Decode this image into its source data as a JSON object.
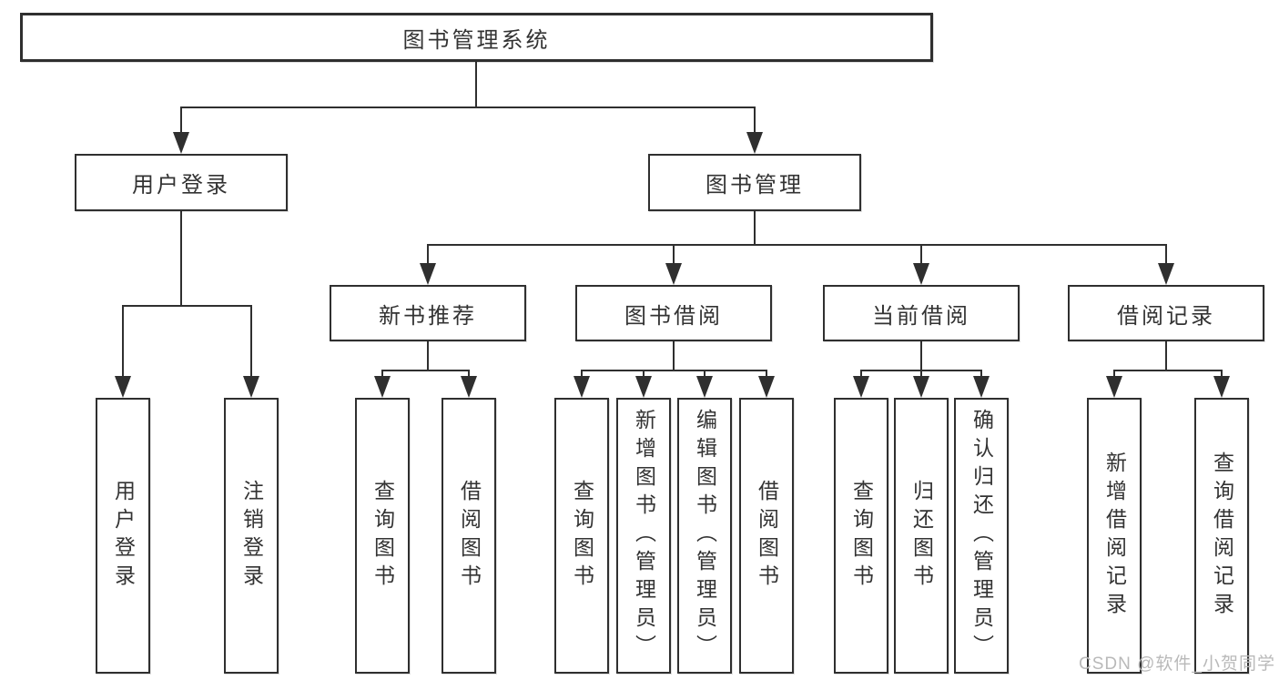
{
  "diagram": {
    "root": {
      "label": "图书管理系统"
    },
    "branches": [
      {
        "label": "用户登录",
        "children": [
          {
            "label": "用户登录"
          },
          {
            "label": "注销登录"
          }
        ]
      },
      {
        "label": "图书管理",
        "children": [
          {
            "label": "新书推荐",
            "children": [
              {
                "label": "查询图书"
              },
              {
                "label": "借阅图书"
              }
            ]
          },
          {
            "label": "图书借阅",
            "children": [
              {
                "label": "查询图书"
              },
              {
                "label": "新增图书（管理员）"
              },
              {
                "label": "编辑图书（管理员）"
              },
              {
                "label": "借阅图书"
              }
            ]
          },
          {
            "label": "当前借阅",
            "children": [
              {
                "label": "查询图书"
              },
              {
                "label": "归还图书"
              },
              {
                "label": "确认归还（管理员）"
              }
            ]
          },
          {
            "label": "借阅记录",
            "children": [
              {
                "label": "新增借阅记录"
              },
              {
                "label": "查询借阅记录"
              }
            ]
          }
        ]
      }
    ],
    "colors": {
      "line": "#2f2f2f",
      "text": "#333333",
      "watermark": "#b9b9b9",
      "background": "#ffffff"
    }
  },
  "watermark": {
    "text": "CSDN @软件_小贺同学"
  }
}
